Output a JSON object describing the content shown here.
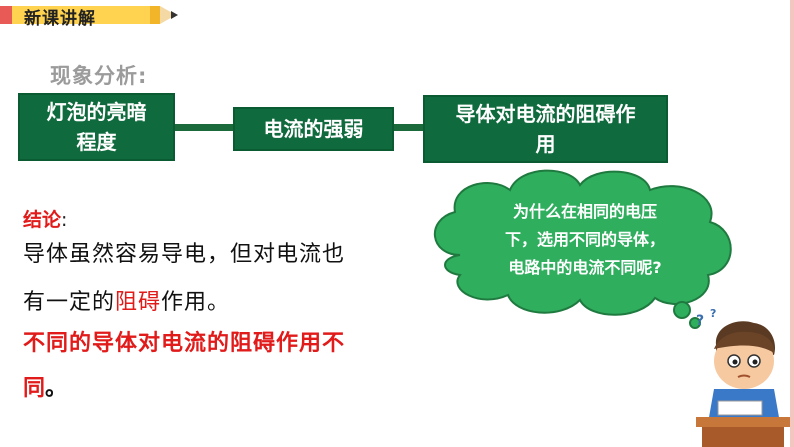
{
  "header": {
    "title": "新课讲解"
  },
  "analysis": {
    "title": "现象分析:"
  },
  "flow": {
    "box1": {
      "line1": "灯泡的亮暗",
      "line2": "程度"
    },
    "box2": {
      "label": "电流的强弱"
    },
    "box3": {
      "line1": "导体对电流的阻碍作",
      "line2": "用"
    }
  },
  "conclusion": {
    "label": "结论",
    "colon": ":",
    "line1": "导体虽然容易导电，但对电流也",
    "line2_pre": "有一定的",
    "line2_red": "阻碍",
    "line2_post": "作用。",
    "line3": "不同的导体对电流的阻碍作用不",
    "line4_text": "同",
    "line4_dot": "。"
  },
  "thought_bubble": {
    "line1": "为什么在相同的电压",
    "line2": "下，选用不同的导体，",
    "line3": "电路中的电流不同呢?"
  },
  "colors": {
    "box_green": "#0f6b3d",
    "cloud_green": "#2fae5e",
    "accent_red": "#e11a1a",
    "pencil_yellow": "#ffd34f"
  },
  "icons": {
    "pencil": "pencil-icon",
    "thinking_kid": "thinking-student-illustration"
  }
}
